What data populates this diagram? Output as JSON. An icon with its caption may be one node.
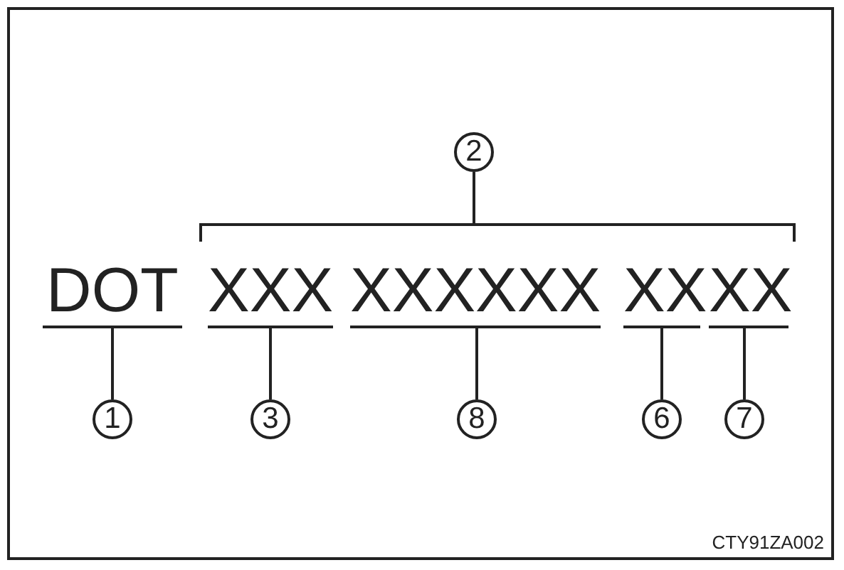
{
  "diagram": {
    "nodes": [
      {
        "text": [
          "2"
        ]
      },
      {
        "text": [],
        "shape": "bracket"
      },
      {
        "text": [
          "DOT"
        ]
      },
      {
        "text": [
          "XXX"
        ]
      },
      {
        "text": [
          "XXXXXX"
        ]
      },
      {
        "text": [
          "XX"
        ]
      },
      {
        "text": [
          "XX"
        ]
      },
      {
        "text": [
          "1"
        ]
      },
      {
        "text": [
          "3"
        ]
      },
      {
        "text": [
          "8"
        ]
      },
      {
        "text": [
          "6"
        ]
      },
      {
        "text": [
          "7"
        ]
      }
    ],
    "edges": [
      {
        "from": 0,
        "to": 1,
        "arrow": "none"
      },
      {
        "from": 7,
        "to": 2,
        "arrow": "none"
      },
      {
        "from": 8,
        "to": 3,
        "arrow": "none"
      },
      {
        "from": 9,
        "to": 4,
        "arrow": "none"
      },
      {
        "from": 10,
        "to": 5,
        "arrow": "none"
      },
      {
        "from": 11,
        "to": 6,
        "arrow": "none"
      }
    ],
    "labels": [
      "CTY91ZA002"
    ]
  }
}
